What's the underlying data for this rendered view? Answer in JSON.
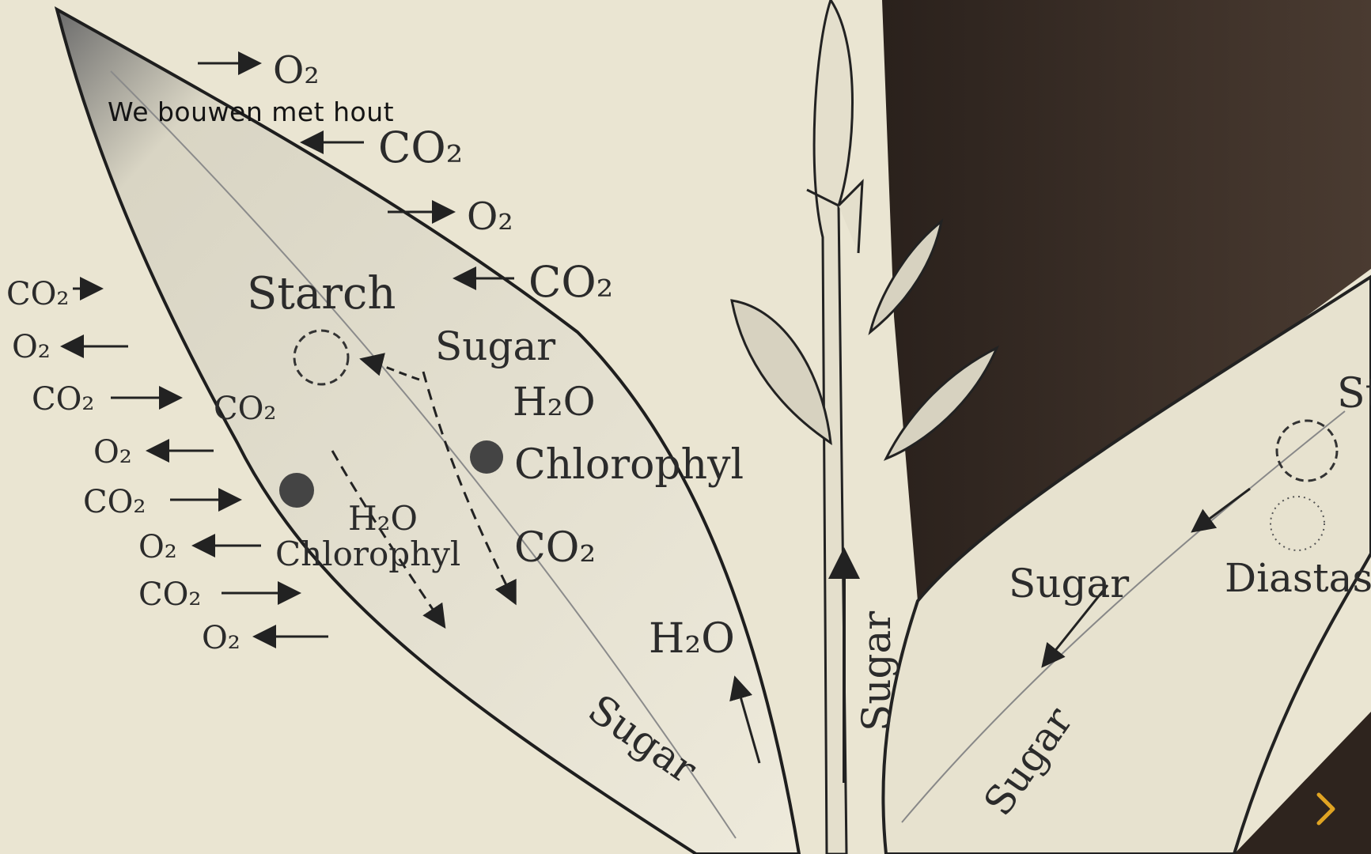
{
  "slide": {
    "caption": "We bouwen met hout",
    "next_icon": "chevron-right-icon",
    "accent_color": "#e0a423"
  },
  "illustration": {
    "labels": {
      "starch": "Starch",
      "sugar": "Sugar",
      "h2o": "H₂O",
      "chlorophyl": "Chlorophyl",
      "co2": "CO₂",
      "o2": "O₂",
      "diastase": "Diastas",
      "starch_partial": "St"
    }
  }
}
